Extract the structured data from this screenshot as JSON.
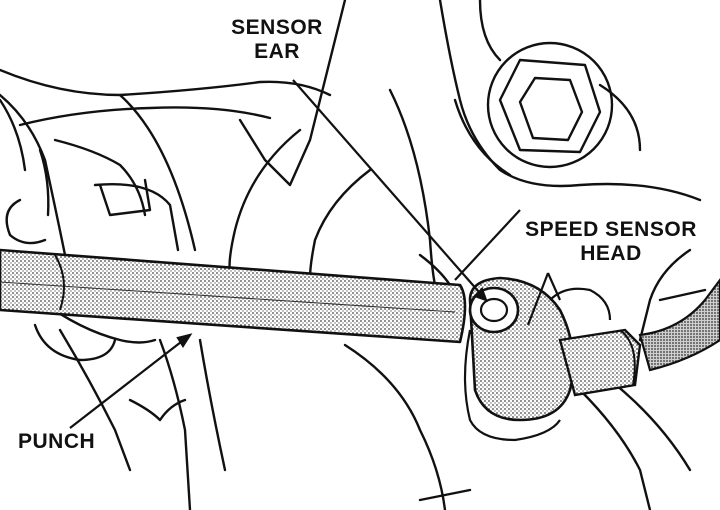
{
  "labels": {
    "sensor_ear": "SENSOR\nEAR",
    "speed_sensor_head": "SPEED SENSOR\nHEAD",
    "punch": "PUNCH"
  },
  "colors": {
    "ink": "#111111",
    "stipple": "#9a9a9a",
    "background": "#ffffff"
  }
}
